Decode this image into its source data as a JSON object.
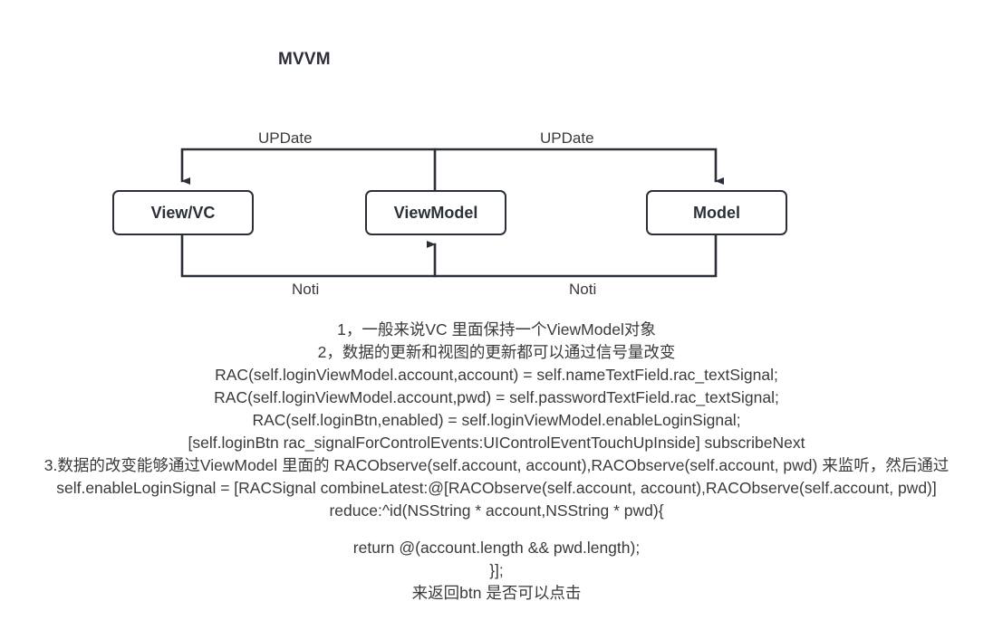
{
  "slide": {
    "title": "MVVM",
    "background_color": "#ffffff",
    "stroke_color": "#2b3038",
    "text_color": "#3a3a3a"
  },
  "diagram": {
    "type": "flow",
    "nodes": [
      {
        "id": "view",
        "label": "View/VC"
      },
      {
        "id": "viewmodel",
        "label": "ViewModel"
      },
      {
        "id": "model",
        "label": "Model"
      }
    ],
    "edges": [
      {
        "from": "viewmodel",
        "to": "view",
        "label": "UPDate",
        "direction": "left",
        "route": "top"
      },
      {
        "from": "viewmodel",
        "to": "model",
        "label": "UPDate",
        "direction": "right",
        "route": "top"
      },
      {
        "from": "view",
        "to": "viewmodel",
        "label": "Noti",
        "direction": "right",
        "route": "bottom"
      },
      {
        "from": "model",
        "to": "viewmodel",
        "label": "Noti",
        "direction": "left",
        "route": "bottom"
      }
    ],
    "labels": {
      "update_left": "UPDate",
      "update_right": "UPDate",
      "noti_left": "Noti",
      "noti_right": "Noti"
    }
  },
  "notes": {
    "lines": [
      "1，一般来说VC 里面保持一个ViewModel对象",
      "2，数据的更新和视图的更新都可以通过信号量改变",
      "RAC(self.loginViewModel.account,account) = self.nameTextField.rac_textSignal;",
      "RAC(self.loginViewModel.account,pwd) = self.passwordTextField.rac_textSignal;",
      "RAC(self.loginBtn,enabled) = self.loginViewModel.enableLoginSignal;",
      "[self.loginBtn rac_signalForControlEvents:UIControlEventTouchUpInside] subscribeNext",
      "3.数据的改变能够通过ViewModel 里面的 RACObserve(self.account, account),RACObserve(self.account, pwd) 来监听，然后通过",
      "self.enableLoginSignal = [RACSignal combineLatest:@[RACObserve(self.account, account),RACObserve(self.account, pwd)] reduce:^id(NSString * account,NSString * pwd){",
      "",
      "return @(account.length && pwd.length);",
      "}];",
      "来返回btn 是否可以点击"
    ]
  }
}
